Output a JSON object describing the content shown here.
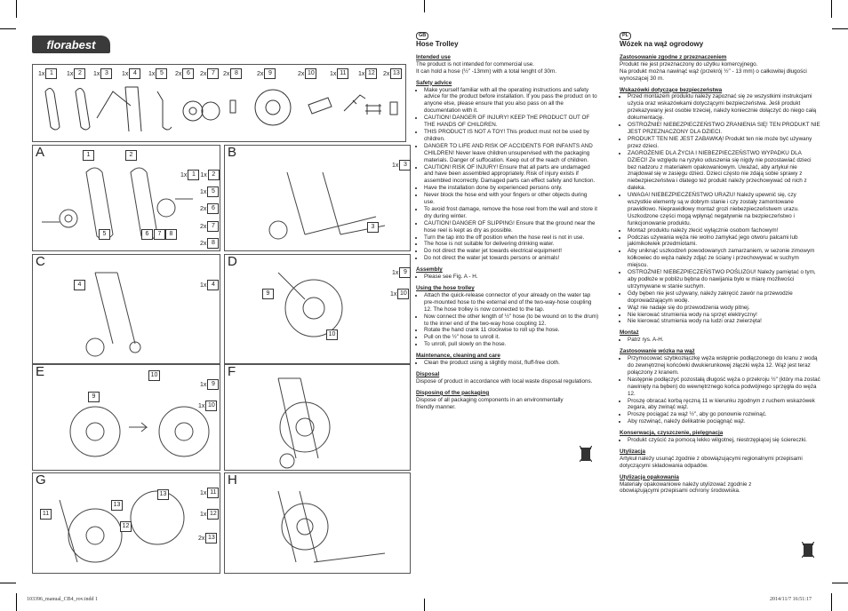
{
  "brand": "florabest",
  "parts": [
    {
      "qty": "1x",
      "num": "1"
    },
    {
      "qty": "1x",
      "num": "2"
    },
    {
      "qty": "1x",
      "num": "3"
    },
    {
      "qty": "1x",
      "num": "4"
    },
    {
      "qty": "1x",
      "num": "5"
    },
    {
      "qty": "2x",
      "num": "6"
    },
    {
      "qty": "2x",
      "num": "7"
    },
    {
      "qty": "2x",
      "num": "8"
    },
    {
      "qty": "2x",
      "num": "9"
    },
    {
      "qty": "2x",
      "num": "10"
    },
    {
      "qty": "1x",
      "num": "11"
    },
    {
      "qty": "1x",
      "num": "12"
    },
    {
      "qty": "2x",
      "num": "13"
    }
  ],
  "panels": {
    "A": {
      "label": "A",
      "callouts": [
        "1",
        "2",
        "5",
        "6",
        "7",
        "8"
      ],
      "side": [
        {
          "qty": "1x",
          "num": "1"
        },
        {
          "qty": "1x",
          "num": "2"
        },
        {
          "qty": "1x",
          "num": "5"
        },
        {
          "qty": "2x",
          "num": "6"
        },
        {
          "qty": "2x",
          "num": "7"
        },
        {
          "qty": "2x",
          "num": "8"
        }
      ]
    },
    "B": {
      "label": "B",
      "callouts": [
        "3"
      ],
      "side": [
        {
          "qty": "1x",
          "num": "3"
        }
      ]
    },
    "C": {
      "label": "C",
      "callouts": [
        "4"
      ],
      "side": [
        {
          "qty": "1x",
          "num": "4"
        }
      ]
    },
    "D": {
      "label": "D",
      "callouts": [
        "9",
        "10"
      ],
      "side": [
        {
          "qty": "1x",
          "num": "9"
        },
        {
          "qty": "1x",
          "num": "10"
        }
      ]
    },
    "E": {
      "label": "E",
      "callouts": [
        "9",
        "10"
      ],
      "side": [
        {
          "qty": "1x",
          "num": "9"
        },
        {
          "qty": "1x",
          "num": "10"
        }
      ]
    },
    "F": {
      "label": "F"
    },
    "G": {
      "label": "G",
      "callouts": [
        "11",
        "12",
        "13",
        "13"
      ],
      "side": [
        {
          "qty": "1x",
          "num": "11"
        },
        {
          "qty": "1x",
          "num": "12"
        },
        {
          "qty": "2x",
          "num": "13"
        }
      ]
    },
    "H": {
      "label": "H"
    }
  },
  "gb": {
    "lang": "GB",
    "title": "Hose Trolley",
    "intended_h": "Intended use",
    "intended_1": "The product is not intended for commercial use.",
    "intended_2": "It can hold a hose (½\" -13mm) with a total lenght of 30m.",
    "safety_h": "Safety advice",
    "safety": [
      "Make yourself familiar with all the operating instructions and safety advice for the product before installation. If you pass the product on to anyone else, please ensure that you also pass on all the documentation with it.",
      "CAUTION! DANGER OF INJURY! KEEP THE PRODUCT OUT OF THE HANDS OF CHILDREN.",
      "THIS PRODUCT IS NOT A TOY! This product must not be used by children.",
      "DANGER TO LIFE AND RISK OF ACCIDENTS FOR INFANTS AND CHILDREN! Never leave children unsupervised with the packaging materials. Danger of suffocation. Keep out of the reach of children.",
      "CAUTION! RISK OF INJURY! Ensure that all parts are undamaged and have been assembled appropriately. Risk of injury exists if assembled incorrectly. Damaged parts can effect safety and function.",
      "Have the installation done by experienced persons only.",
      "Never block the hose end with your fingers or other objects during use.",
      "To avoid frost damage, remove the hose reel from the wall and store it dry during winter.",
      "CAUTION! DANGER OF SLIPPING! Ensure that the ground near the hose reel is kept as dry as possible.",
      "Turn the tap into the off position when the hose reel is not in use.",
      "The hose is not suitable for delivering drinking water.",
      "Do not direct the water jet towards electrical equipment!",
      "Do not direct the water jet towards persons or animals!"
    ],
    "assembly_h": "Assembly",
    "assembly": [
      "Please see Fig. A - H."
    ],
    "using_h": "Using the hose trolley",
    "using": [
      "Attach the quick-release connector of your already on the water tap pre-mounted hose to the external end of the two-way-hose coupling 12. The hose trolley is now connected to the tap.",
      "Now connect the other length of ½\" hose (to be wound on to the drum) to the inner end of the two-way hose coupling 12.",
      "Rotate the hand crank 11 clockwise to roll up the hose.",
      "Pull on the ½\" hose to unroll it.",
      "To unroll, pull slowly on the hose."
    ],
    "maint_h": "Maintenance, cleaning and care",
    "maint": [
      "Clean the product using a slightly moist, fluff-free cloth."
    ],
    "disposal_h": "Disposal",
    "disposal": "Dispose of product in accordance with local waste disposal regulations.",
    "packaging_h": "Disposing of the packaging",
    "packaging": "Dispose of all packaging components in an environmentally friendly manner."
  },
  "pl": {
    "lang": "PL",
    "title": "Wózek na wąż ogrodowy",
    "intended_h": "Zastosowanie zgodne z przeznaczeniem",
    "intended_1": "Produkt nie jest przeznaczony do użytku komercyjnego.",
    "intended_2": "Na produkt można nawinąć wąż (przekrój ½\" - 13 mm) o całkowitej długości wynoszącej 30 m.",
    "safety_h": "Wskazówki dotyczące bezpieczeństwa",
    "safety": [
      "Przed montażem produktu należy zapoznać się ze wszystkimi instrukcjami użycia oraz wskazówkami dotyczącymi bezpieczeństwa. Jeśli produkt przekazywany jest osobie trzeciej, należy koniecznie dołączyć do niego całą dokumentację.",
      "OSTROŻNIE! NIEBEZPIECZEŃSTWO ZRANIENIA SIĘ! TEN PRODUKT NIE JEST PRZEZNACZONY DLA DZIECI.",
      "PRODUKT TEN NIE JEST ZABAWKĄ! Produkt ten nie może być używany przez dzieci.",
      "ZAGROŻENIE DLA ŻYCIA I NIEBEZPIECZEŃSTWO WYPADKU DLA DZIECI! Ze względu na ryzyko uduszenia się nigdy nie pozostawiać dzieci bez nadzoru z materiałem opakowaniowym. Uważać, aby artykuł nie znajdował się w zasięgu dzieci. Dzieci często nie zdają sobie sprawy z niebezpieczeństwa i dlatego też produkt należy przechowywać od nich z daleka.",
      "UWAGA! NIEBEZPIECZEŃSTWO URAZU! Należy upewnić się, czy wszystkie elementy są w dobrym stanie i czy zostały zamontowane prawidłowo. Nieprawidłowy montaż grozi niebezpieczeństwem urazu. Uszkodzone części mogą wpłynąć negatywnie na bezpieczeństwo i funkcjonowanie produktu.",
      "Montaż produktu należy zlecić wyłącznie osobom fachowym!",
      "Podczas używania węża nie wolno zamykać jego otworu palcami lub jakimikolwiek przedmiotami.",
      "Aby uniknąć uszkodzeń powodowanych zamarzaniem, w sezonie zimowym kółkowiec do węża należy zdjąć ze ściany i przechowywać w suchym miejscu.",
      "OSTROŻNIE! NIEBEZPIECZEŃSTWO POŚLIZGU! Należy pamiętać o tym, aby podłoże w pobliżu bębna do nawijania było w miarę możliwości utrzymywane w stanie suchym.",
      "Gdy bęben nie jest używany, należy zakręcić zawór na przewodzie doprowadzającym wodę.",
      "Wąż nie nadaje się do przewodzenia wody pitnej.",
      "Nie kierować strumienia wody na sprzęt elektryczny!",
      "Nie kierować strumienia wody na ludzi oraz zwierzęta!"
    ],
    "assembly_h": "Montaż",
    "assembly": [
      "Patrz rys. A-H."
    ],
    "using_h": "Zastosowanie wózka na wąż",
    "using": [
      "Przymocować szybkozłączkę węża wstępnie podłączonego do kranu z wodą do zewnętrznej końcówki dwukierunkowej złączki węża 12. Wąż jest teraz połączony z kranem.",
      "Następnie podłączyć pozostałą długość węża o przekroju ½\" (który ma zostać nawinięty na bęben) do wewnętrznego końca podwójnego sprzęgła do węża 12.",
      "Proszę obracać korbą ręczną 11 w kierunku zgodnym z ruchem wskazówek zegara, aby zwinąć wąż.",
      "Proszę pociągać za wąż ½\", aby go ponownie rozwinąć.",
      "Aby rozwinąć, należy delikatnie pociągnąć wąż."
    ],
    "maint_h": "Konserwacja, czyszczenie, pielęgnacja",
    "maint": [
      "Produkt czyścić za pomocą lekko wilgotnej, niestrzępiącej się ściereczki."
    ],
    "disposal_h": "Utylizacja",
    "disposal": "Artykuł należy usunąć zgodnie z obowiązującymi regionalnymi przepisami dotyczącymi składowania odpadów.",
    "packaging_h": "Utylizacja opakowania",
    "packaging": "Materiały opakowaniowe należy utylizować zgodnie z obowiązującymi przepisami ochrony środowiska."
  },
  "footer": {
    "left": "103396_manual_CB4_rov.indd   1",
    "right": "2014/11/7   16:51:17"
  }
}
